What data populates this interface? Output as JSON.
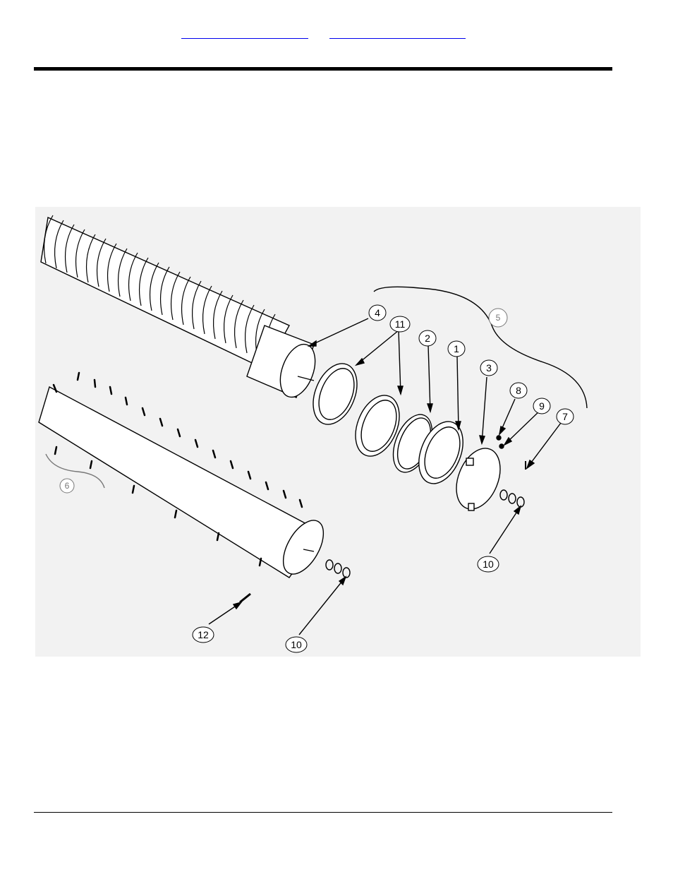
{
  "header": {
    "links": [
      "",
      ""
    ]
  },
  "figure": {
    "callouts": [
      "4",
      "11",
      "2",
      "1",
      "5",
      "3",
      "8",
      "9",
      "7",
      "6",
      "10",
      "10",
      "12"
    ]
  }
}
